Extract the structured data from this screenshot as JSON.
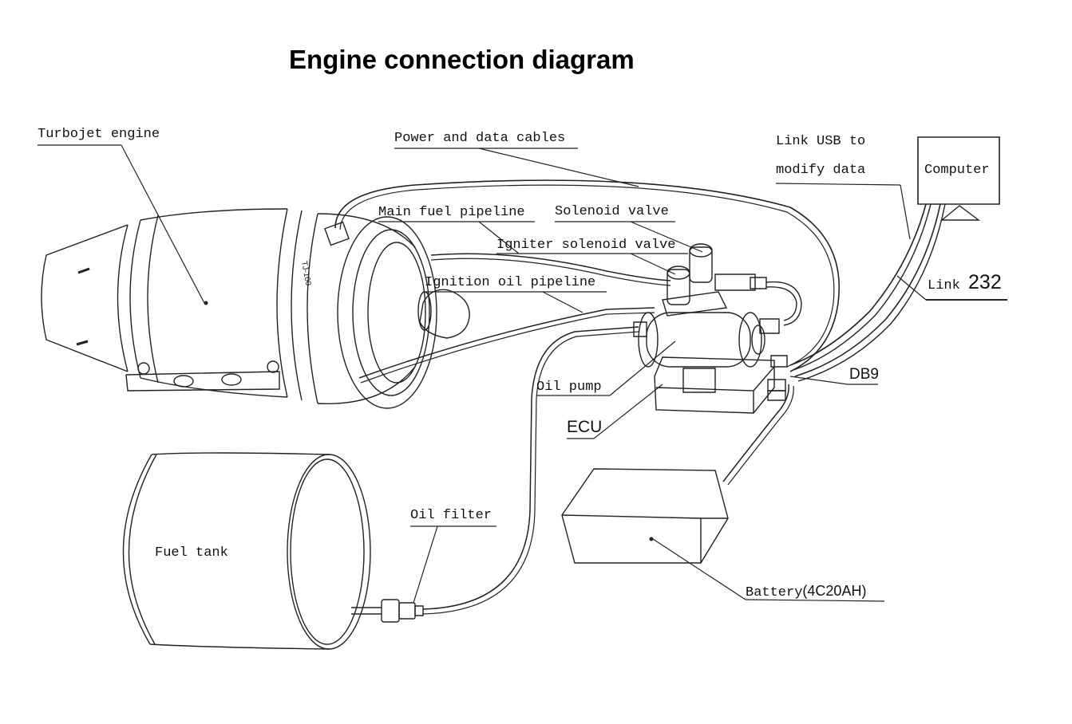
{
  "title": "Engine connection diagram",
  "labels": {
    "turbojet_engine": "Turbojet engine",
    "power_cables": "Power and data cables",
    "main_fuel": "Main fuel pipeline",
    "solenoid_valve": "Solenoid valve",
    "igniter_valve": "Igniter solenoid valve",
    "ignition_oil": "Ignition oil pipeline",
    "oil_pump": "Oil pump",
    "ecu": "ECU",
    "fuel_tank": "Fuel tank",
    "oil_filter": "Oil filter",
    "battery": "Battery",
    "battery_spec": "(4C20AH)",
    "link_usb_1": "Link USB to",
    "link_usb_2": "modify data",
    "computer": "Computer",
    "link_232_a": "Link",
    "link_232_b": "232",
    "db9": "DB9"
  }
}
